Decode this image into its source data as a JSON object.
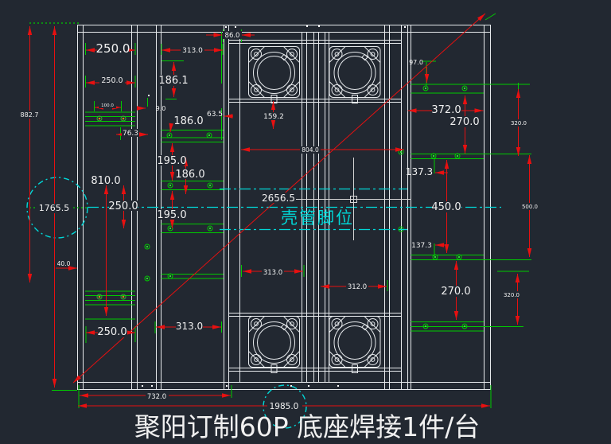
{
  "drawing": {
    "title": "聚阳订制60P 底座焊接1件/台",
    "center_annotation": "壳管脚位"
  },
  "colors": {
    "background": "#222831",
    "structure_line": "#e6e9ec",
    "dimension_line": "#e81010",
    "extension_line": "#00cc00",
    "centerline": "#00d8d8",
    "dim_text": "#f0f0f0"
  },
  "dims": [
    {
      "label": "882.7"
    },
    {
      "label": "1765.5"
    },
    {
      "label": "250.0"
    },
    {
      "label": "313.0"
    },
    {
      "label": "86.0"
    },
    {
      "label": "250.0"
    },
    {
      "label": "186.1"
    },
    {
      "label": "100.0"
    },
    {
      "label": "9.0"
    },
    {
      "label": "63.5"
    },
    {
      "label": "186.0"
    },
    {
      "label": "76.3"
    },
    {
      "label": "195.0"
    },
    {
      "label": "186.0"
    },
    {
      "label": "810.0"
    },
    {
      "label": "250.0"
    },
    {
      "label": "195.0"
    },
    {
      "label": "40.0"
    },
    {
      "label": "2656.5"
    },
    {
      "label": "804.0"
    },
    {
      "label": "159.2"
    },
    {
      "label": "313.0"
    },
    {
      "label": "312.0"
    },
    {
      "label": "97.0"
    },
    {
      "label": "372.0"
    },
    {
      "label": "270.0"
    },
    {
      "label": "320.0"
    },
    {
      "label": "137.3"
    },
    {
      "label": "450.0"
    },
    {
      "label": "500.0"
    },
    {
      "label": "137.3"
    },
    {
      "label": "270.0"
    },
    {
      "label": "320.0"
    },
    {
      "label": "250.0"
    },
    {
      "label": "313.0"
    },
    {
      "label": "732.0"
    },
    {
      "label": "1985.0"
    }
  ]
}
